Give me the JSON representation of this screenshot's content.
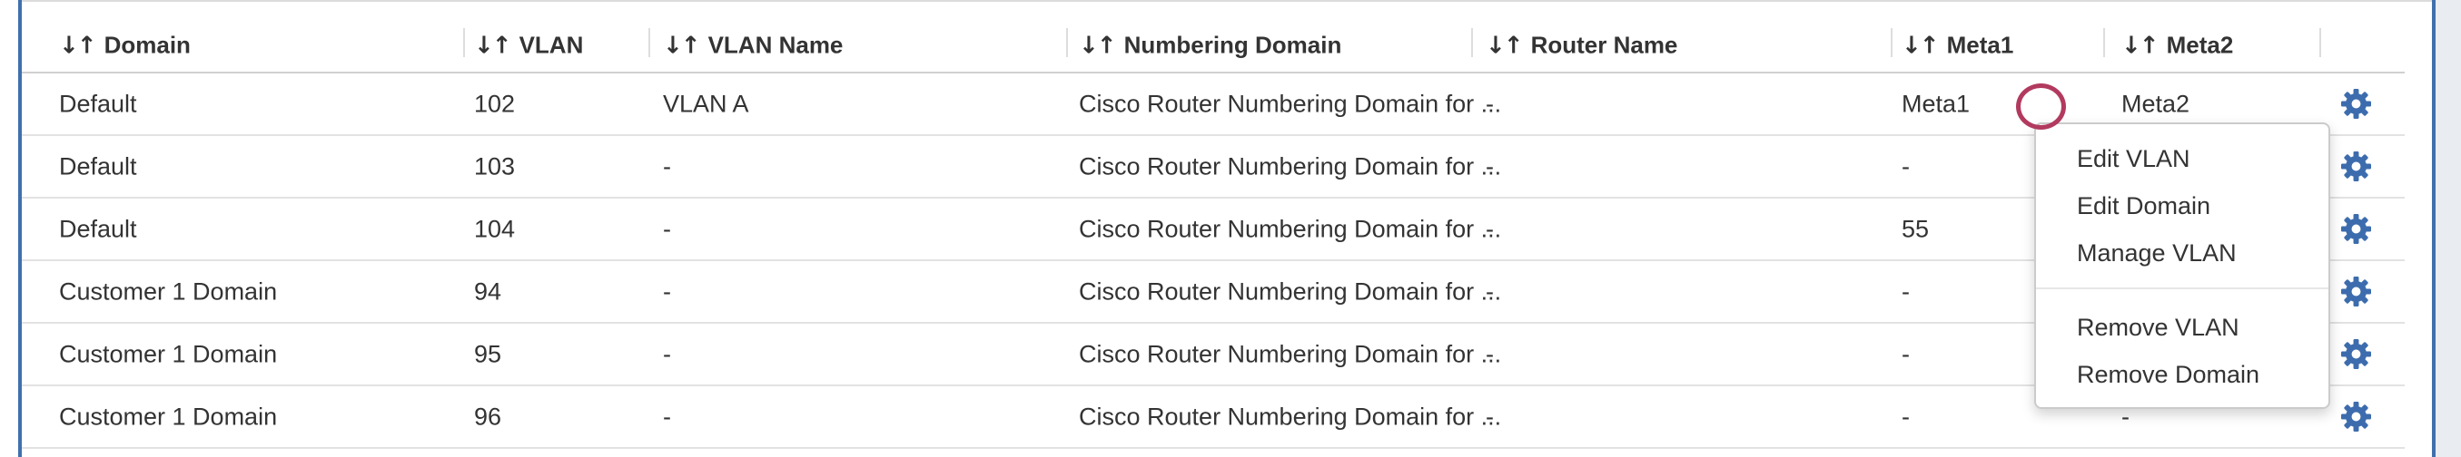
{
  "table": {
    "sort_icon": "↓↑",
    "columns": [
      {
        "label": "Domain"
      },
      {
        "label": "VLAN"
      },
      {
        "label": "VLAN Name"
      },
      {
        "label": "Numbering Domain"
      },
      {
        "label": "Router Name"
      },
      {
        "label": "Meta1"
      },
      {
        "label": "Meta2"
      }
    ],
    "rows": [
      {
        "cells": [
          "Default",
          "102",
          "VLAN A",
          "Cisco Router Numbering Domain for ...",
          "-",
          "Meta1",
          "Meta2"
        ]
      },
      {
        "cells": [
          "Default",
          "103",
          "-",
          "Cisco Router Numbering Domain for ...",
          "-",
          "-",
          ""
        ]
      },
      {
        "cells": [
          "Default",
          "104",
          "-",
          "Cisco Router Numbering Domain for ...",
          "-",
          "55",
          ""
        ]
      },
      {
        "cells": [
          "Customer 1 Domain",
          "94",
          "-",
          "Cisco Router Numbering Domain for ...",
          "-",
          "-",
          ""
        ]
      },
      {
        "cells": [
          "Customer 1 Domain",
          "95",
          "-",
          "Cisco Router Numbering Domain for ...",
          "-",
          "-",
          ""
        ]
      },
      {
        "cells": [
          "Customer 1 Domain",
          "96",
          "-",
          "Cisco Router Numbering Domain for ...",
          "-",
          "-",
          "-"
        ]
      }
    ]
  },
  "context_menu": {
    "groups": [
      {
        "items": [
          {
            "label": "Edit VLAN"
          },
          {
            "label": "Edit Domain"
          },
          {
            "label": "Manage VLAN"
          }
        ]
      },
      {
        "items": [
          {
            "label": "Remove VLAN"
          },
          {
            "label": "Remove Domain"
          }
        ]
      }
    ]
  },
  "icons": {
    "row_actions": "gear-icon",
    "sort": "sort-arrows-icon"
  },
  "colors": {
    "accent_blue_border": "#4070ad",
    "gear_blue": "#3c6cad",
    "highlight_circle_red": "#b23a5f",
    "side_panel_bg": "#e9ecf0",
    "text": "#333333",
    "row_border": "#e2e2e2",
    "header_border": "#d0d0d0"
  }
}
